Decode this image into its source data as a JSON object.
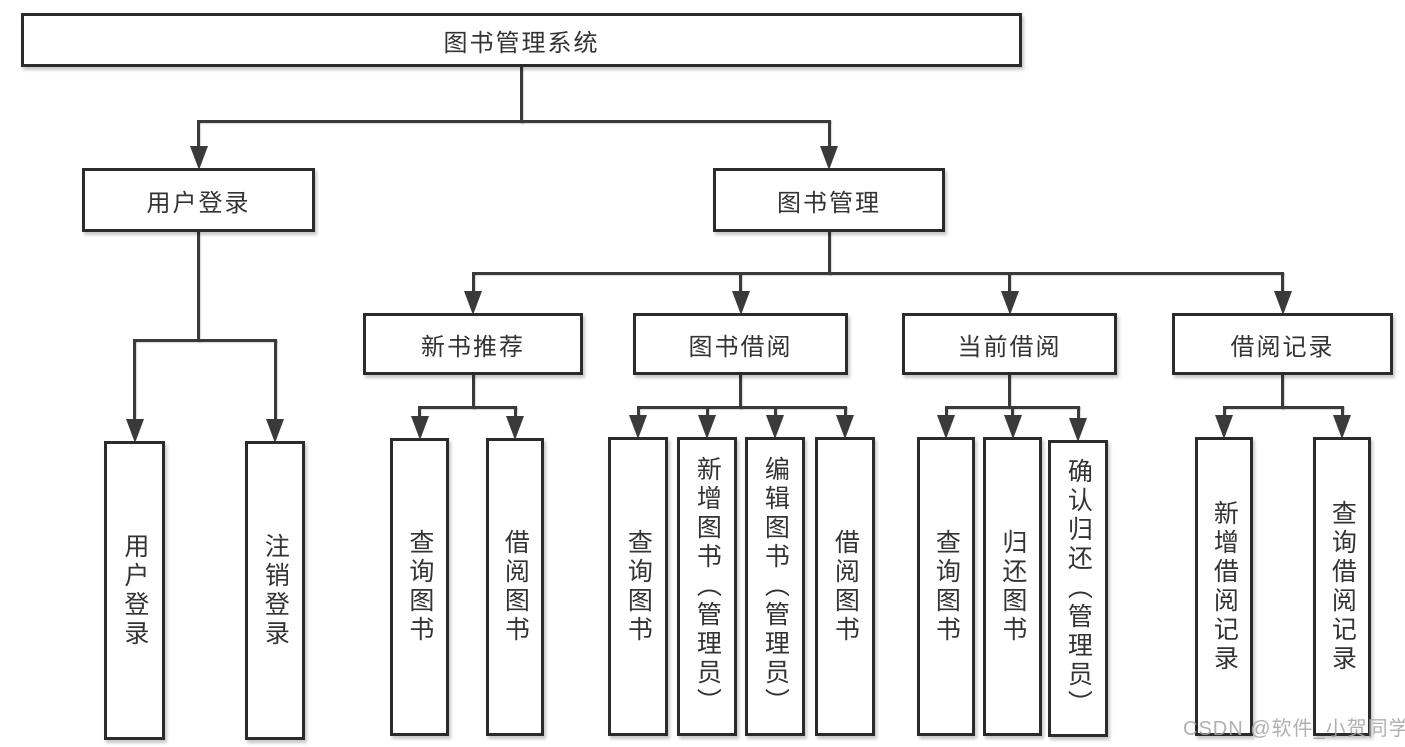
{
  "page": {
    "background_color": "#ffffff"
  },
  "watermark": {
    "text": "CSDN @软件_小贺同学",
    "color": "#a8a8a8"
  },
  "diagram": {
    "line_color": "#3a3a3a",
    "border_color": "#2b2b2b",
    "text_color": "#333333",
    "nodes": [
      {
        "id": "root",
        "label": "图书管理系统",
        "orientation": "horizontal"
      },
      {
        "id": "user-login",
        "label": "用户登录",
        "orientation": "horizontal"
      },
      {
        "id": "book-management",
        "label": "图书管理",
        "orientation": "horizontal"
      },
      {
        "id": "new-book-recommend",
        "label": "新书推荐",
        "orientation": "horizontal"
      },
      {
        "id": "book-borrowing",
        "label": "图书借阅",
        "orientation": "horizontal"
      },
      {
        "id": "current-borrowing",
        "label": "当前借阅",
        "orientation": "horizontal"
      },
      {
        "id": "borrowing-records",
        "label": "借阅记录",
        "orientation": "horizontal"
      },
      {
        "id": "user-login-leaf",
        "label": "用户登录",
        "orientation": "vertical"
      },
      {
        "id": "logout-leaf",
        "label": "注销登录",
        "orientation": "vertical"
      },
      {
        "id": "query-book-recommend",
        "label": "查询图书",
        "orientation": "vertical"
      },
      {
        "id": "borrow-book-recommend",
        "label": "借阅图书",
        "orientation": "vertical"
      },
      {
        "id": "query-book-borrowing",
        "label": "查询图书",
        "orientation": "vertical"
      },
      {
        "id": "add-book-admin",
        "label": "新增图书（管理员）",
        "orientation": "vertical"
      },
      {
        "id": "edit-book-admin",
        "label": "编辑图书（管理员）",
        "orientation": "vertical"
      },
      {
        "id": "borrow-book-leaf",
        "label": "借阅图书",
        "orientation": "vertical"
      },
      {
        "id": "query-book-current",
        "label": "查询图书",
        "orientation": "vertical"
      },
      {
        "id": "return-book",
        "label": "归还图书",
        "orientation": "vertical"
      },
      {
        "id": "confirm-return-admin",
        "label": "确认归还（管理员）",
        "orientation": "vertical"
      },
      {
        "id": "add-borrow-record",
        "label": "新增借阅记录",
        "orientation": "vertical"
      },
      {
        "id": "query-borrow-record",
        "label": "查询借阅记录",
        "orientation": "vertical"
      }
    ]
  }
}
